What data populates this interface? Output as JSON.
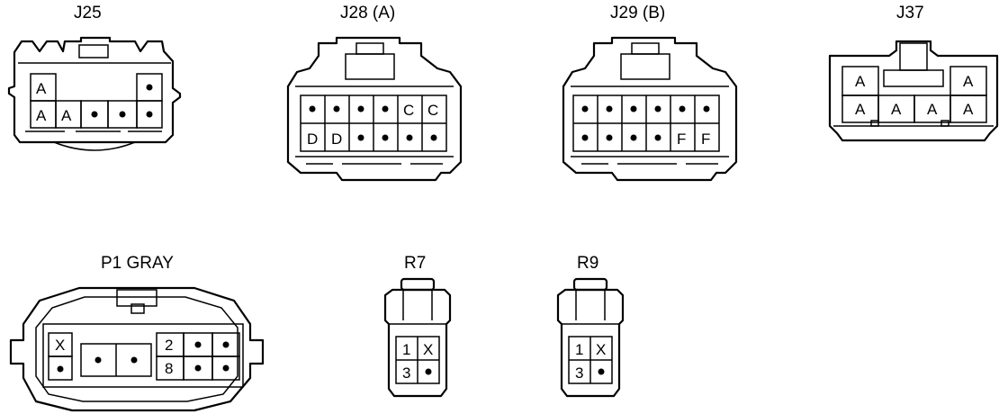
{
  "connectors": {
    "j25": {
      "title": "J25",
      "pins": {
        "r1c1": "A",
        "r2c1": "A",
        "r2c2": "A"
      }
    },
    "j28": {
      "title": "J28 (A)",
      "pins": {
        "r1c5": "C",
        "r1c6": "C",
        "r2c1": "D",
        "r2c2": "D"
      }
    },
    "j29": {
      "title": "J29 (B)",
      "pins": {
        "r2c5": "F",
        "r2c6": "F"
      }
    },
    "j37": {
      "title": "J37",
      "pins": {
        "r1c1": "A",
        "r1c4": "A",
        "r2c1": "A",
        "r2c2": "A",
        "r2c3": "A",
        "r2c4": "A"
      }
    },
    "p1": {
      "title": "P1  GRAY",
      "pins": {
        "r1c1": "X",
        "r1c4": "2",
        "r2c4": "8"
      }
    },
    "r7": {
      "title": "R7",
      "pins": {
        "r1c1": "1",
        "r1c2": "X",
        "r2c1": "3"
      }
    },
    "r9": {
      "title": "R9",
      "pins": {
        "r1c1": "1",
        "r1c2": "X",
        "r2c1": "3"
      }
    }
  }
}
